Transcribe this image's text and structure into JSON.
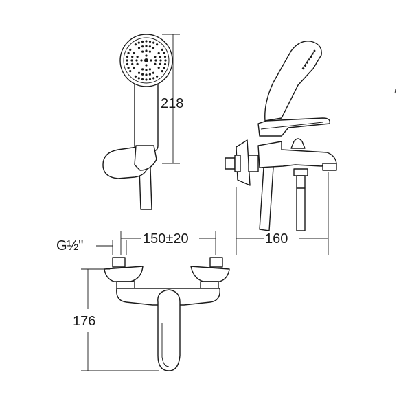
{
  "dimensions": {
    "handshower_height": "218",
    "side_depth": "160",
    "center_distance": "150±20",
    "thread": "G½\"",
    "front_height": "176"
  },
  "colors": {
    "line": "#1a1a1a",
    "background": "#ffffff"
  }
}
